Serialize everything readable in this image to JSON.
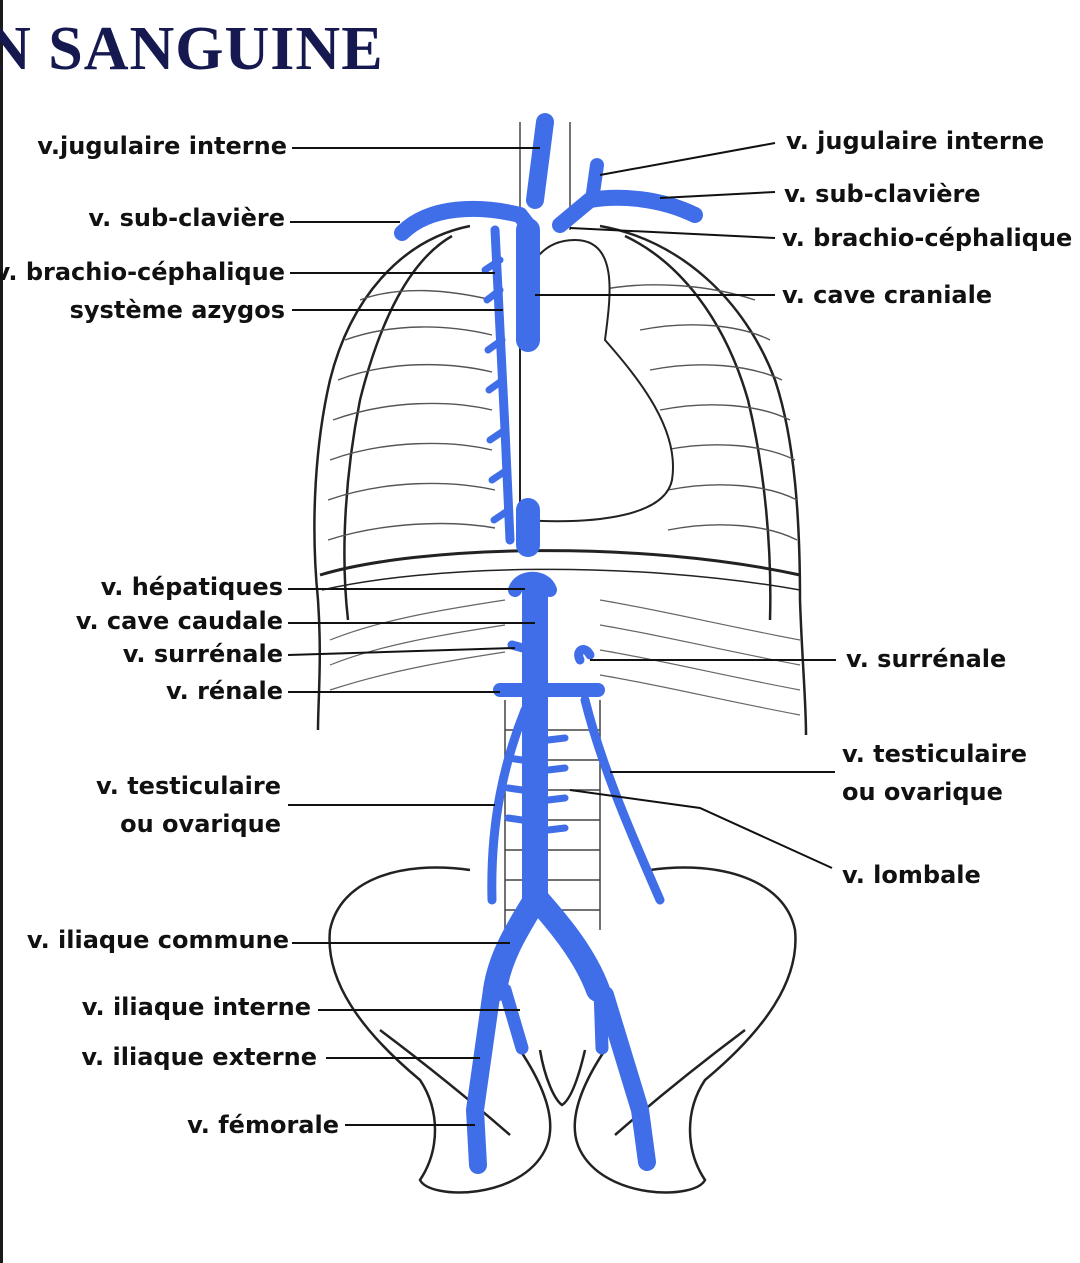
{
  "title": "N SANGUINE",
  "colors": {
    "vein": "#3f6ee8",
    "title": "#15194f",
    "line": "#111111"
  },
  "labels_left": {
    "jugulaire_interne": "v.jugulaire interne",
    "sub_claviere": "v. sub-clavière",
    "brachio_cephalique": "v. brachio-céphalique",
    "systeme_azygos": "système azygos",
    "hepatiques": "v. hépatiques",
    "cave_caudale": "v. cave caudale",
    "surrenale": "v. surrénale",
    "renale": "v. rénale",
    "testiculaire_1": "v. testiculaire",
    "testiculaire_2": "ou ovarique",
    "iliaque_commune": "v. iliaque commune",
    "iliaque_interne": "v. iliaque interne",
    "iliaque_externe": "v. iliaque externe",
    "femorale": "v. fémorale"
  },
  "labels_right": {
    "jugulaire_interne": "v. jugulaire interne",
    "sub_claviere": "v. sub-clavière",
    "brachio_cephalique": "v. brachio-céphalique",
    "cave_craniale": "v. cave craniale",
    "surrenale": "v. surrénale",
    "testiculaire_1": "v. testiculaire",
    "testiculaire_2": "ou ovarique",
    "lombale": "v. lombale"
  }
}
